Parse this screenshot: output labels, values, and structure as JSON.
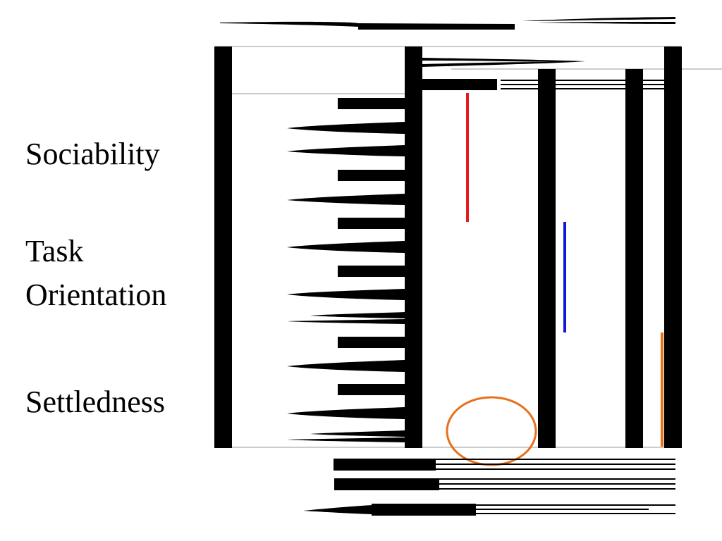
{
  "labels": {
    "sociability": "Sociability",
    "task_line1": "Task",
    "task_line2": "Orientation",
    "settledness": "Settledness"
  },
  "colors": {
    "bar": "#000000",
    "rule": "#9a9a9a",
    "sociability_line": "#e41a1c",
    "task_line": "#1018d8",
    "settledness_line": "#e8701a",
    "settledness_circle": "#e8701a"
  },
  "icons": {
    "settledness_marker": "circle-outline-icon"
  }
}
